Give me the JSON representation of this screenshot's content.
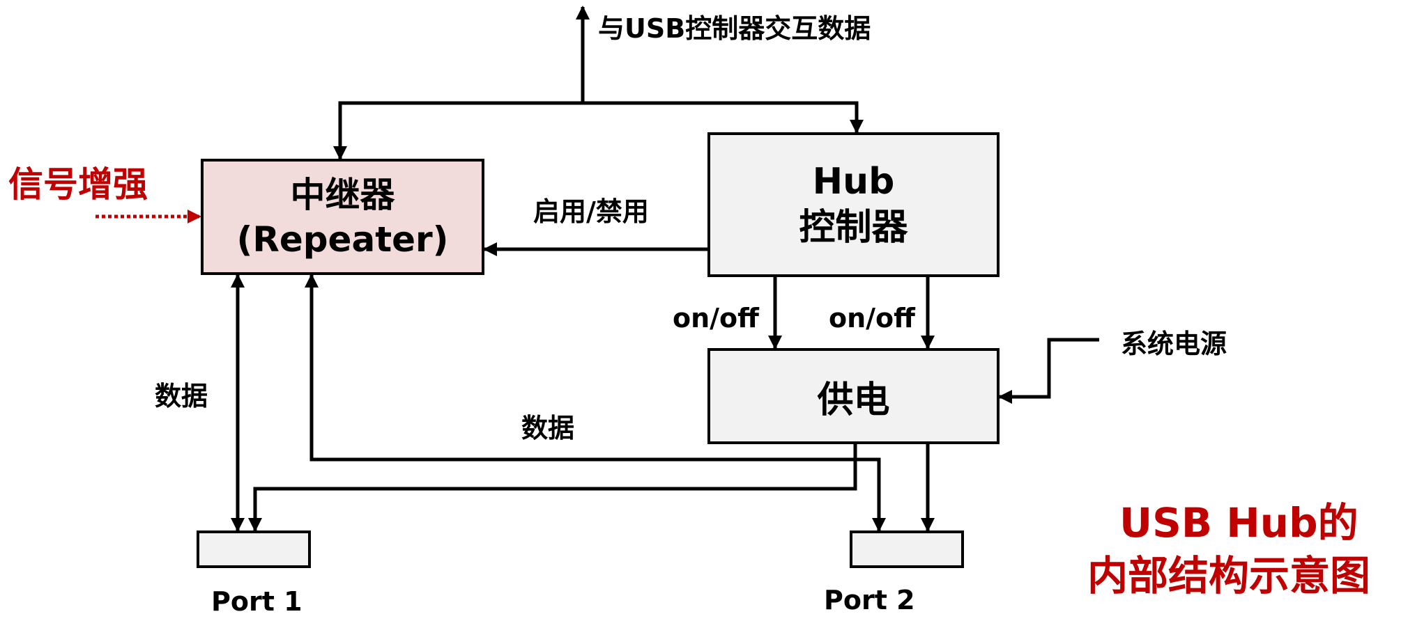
{
  "diagram": {
    "top_label": "与USB控制器交互数据",
    "signal_boost": "信号增强",
    "repeater": {
      "line1": "中继器",
      "line2": "(Repeater)"
    },
    "hub_controller": {
      "line1": "Hub",
      "line2": "控制器"
    },
    "enable_disable": "启用/禁用",
    "on_off_1": "on/off",
    "on_off_2": "on/off",
    "power_block": "供电",
    "system_power": "系统电源",
    "data_left": "数据",
    "data_mid": "数据",
    "port1": "Port 1",
    "port2": "Port 2",
    "caption_line1": "USB Hub的",
    "caption_line2": "内部结构示意图",
    "colors": {
      "accent": "#c00000",
      "repeater_fill": "#f2dcdb",
      "box_fill": "#f2f2f2"
    }
  }
}
